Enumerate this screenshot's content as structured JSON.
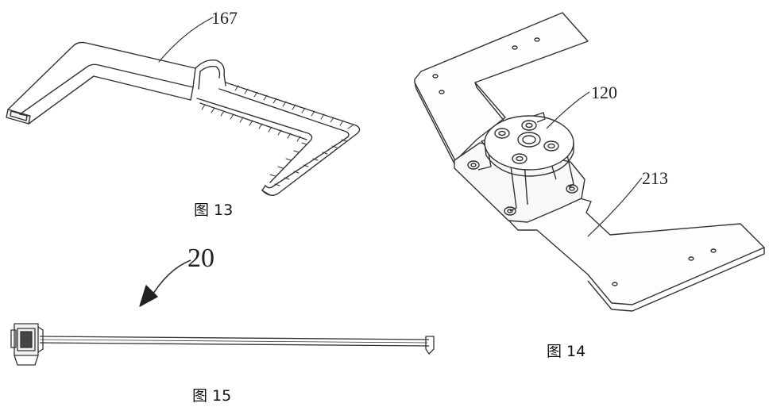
{
  "figures": [
    {
      "id": "fig13",
      "caption": "图 13",
      "reference_numerals": [
        "167"
      ]
    },
    {
      "id": "fig14",
      "caption": "图 14",
      "reference_numerals": [
        "120",
        "213"
      ]
    },
    {
      "id": "fig15",
      "caption": "图 15",
      "reference_numerals": [
        "20"
      ]
    }
  ]
}
